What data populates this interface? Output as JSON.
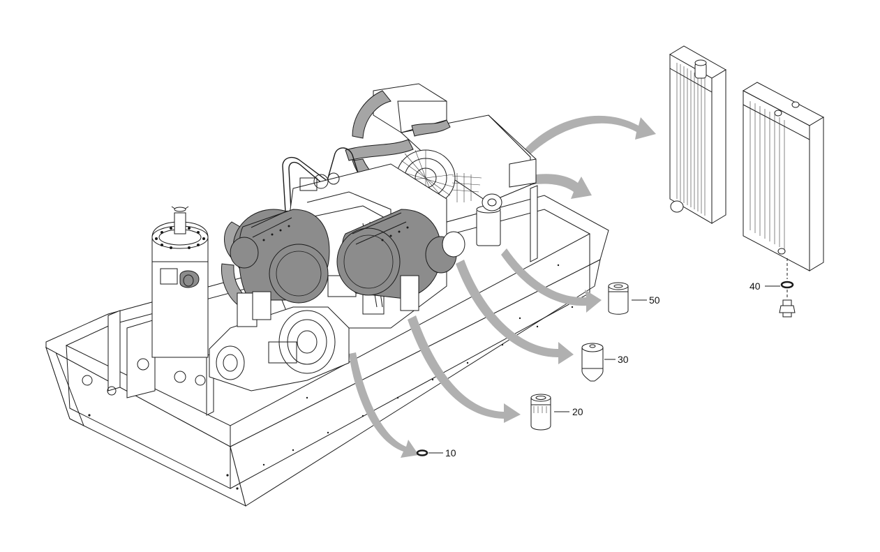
{
  "callouts": [
    {
      "id": "10",
      "label": "10"
    },
    {
      "id": "20",
      "label": "20"
    },
    {
      "id": "30",
      "label": "30"
    },
    {
      "id": "40",
      "label": "40"
    },
    {
      "id": "50",
      "label": "50"
    }
  ],
  "colors": {
    "background": "#ffffff",
    "line": "#1a1a1a",
    "air_filter_grey": "#8c8c8c",
    "arrow_grey": "#b0b0b0"
  }
}
